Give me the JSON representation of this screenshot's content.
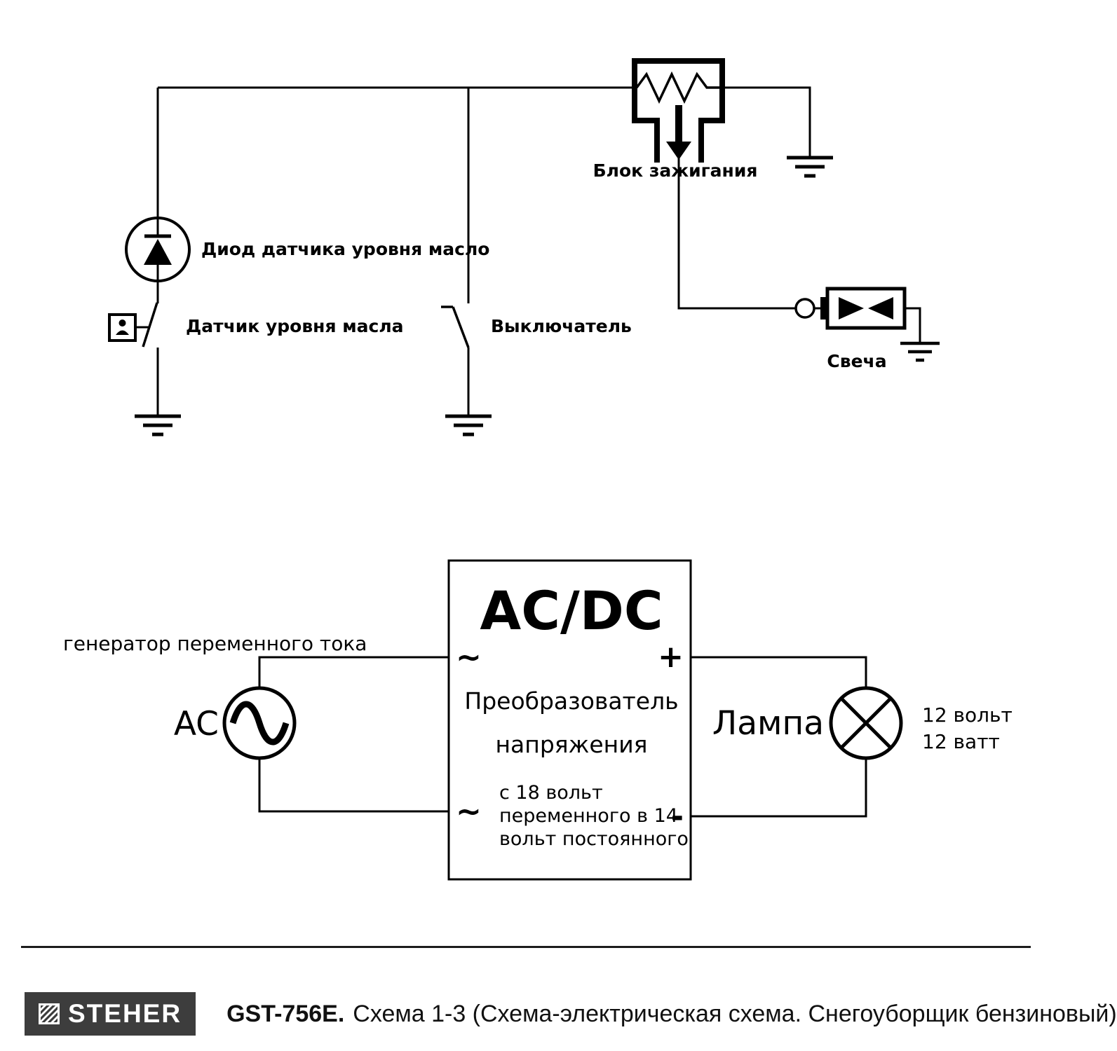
{
  "colors": {
    "line": "#000000",
    "footer_bar": "#3d3d3d",
    "footer_text": "#ffffff"
  },
  "circuit1": {
    "ignition_block_label": "Блок зажигания",
    "diode_label": "Диод датчика уровня масло",
    "oil_sensor_label": "Датчик уровня масла",
    "switch_label": "Выключатель",
    "spark_plug_label": "Свеча"
  },
  "circuit2": {
    "generator_label": "генератор переменного тока",
    "ac_label": "AC",
    "converter_title": "AC/DC",
    "converter_name_line1": "Преобразователь",
    "converter_name_line2": "напряжения",
    "converter_spec_line1": "с 18 вольт",
    "converter_spec_line2": "переменного в 14",
    "converter_spec_line3": "вольт постоянного",
    "terminal_ac_top": "~",
    "terminal_ac_bottom": "~",
    "terminal_plus": "+",
    "terminal_minus": "-",
    "lamp_label": "Лампа",
    "lamp_voltage": "12 вольт",
    "lamp_power": "12 ватт"
  },
  "footer": {
    "brand": "STEHER",
    "model": "GST-756E.",
    "caption": "Схема 1-3 (Схема-электрическая схема. Снегоуборщик бензиновый)"
  }
}
